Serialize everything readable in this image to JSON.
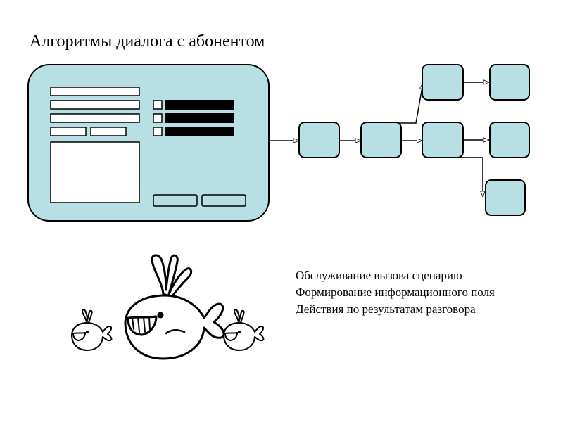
{
  "title": "Алгоритмы диалога с абонентом",
  "features": [
    "Обслуживание вызова сценарию",
    "Формирование информационного поля",
    "Действия по результатам разговора"
  ],
  "colors": {
    "box_fill": "#b8dfe3",
    "stroke": "#000000",
    "field_fill": "#ffffff",
    "bar_fill": "#000000"
  },
  "illustration": {
    "mascot": "whale-icon",
    "companions": [
      "small-whale-icon",
      "small-whale-icon"
    ]
  }
}
